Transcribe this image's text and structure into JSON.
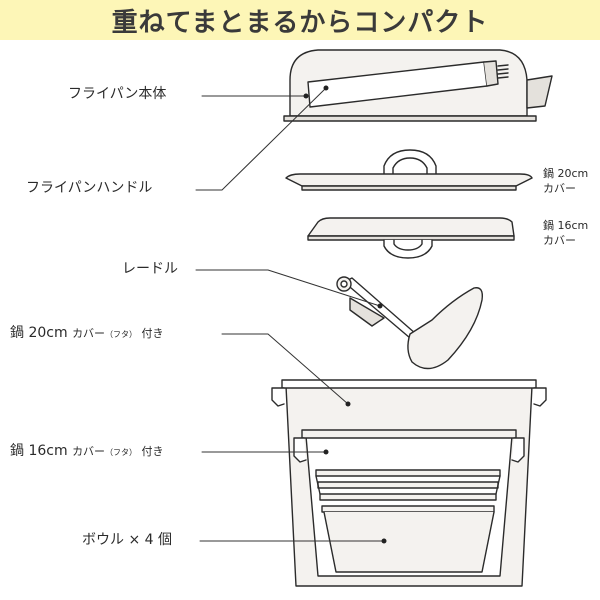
{
  "header": {
    "title": "重ねてまとまるからコンパクト",
    "background": "#fdf6b7"
  },
  "labels": {
    "frying_pan_body": "フライパン本体",
    "frying_pan_handle": "フライパンハンドル",
    "ladle": "レードル",
    "pot20": {
      "main": "鍋 20cm",
      "kana": "カバー",
      "paren": "（フタ）",
      "tail": "付き"
    },
    "pot16": {
      "main": "鍋 16cm",
      "kana": "カバー",
      "paren": "（フタ）",
      "tail": "付き"
    },
    "bowls": "ボウル × 4 個"
  },
  "side_labels": {
    "cover20": {
      "line1": "鍋 20cm",
      "line2": "カバー"
    },
    "cover16": {
      "line1": "鍋 16cm",
      "line2": "カバー"
    }
  },
  "colors": {
    "outline": "#2b2b2b",
    "fill": "#f4f2ef",
    "fill_dark": "#e4e1dc"
  }
}
